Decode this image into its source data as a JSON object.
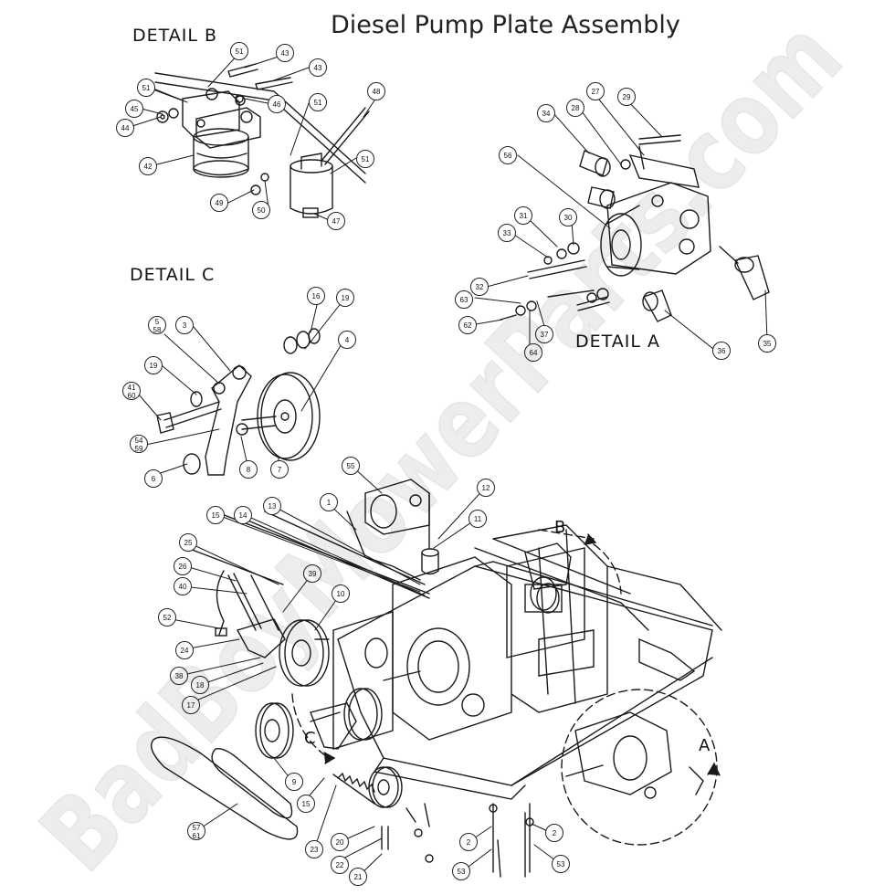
{
  "title": "Diesel Pump Plate Assembly",
  "details": {
    "b": "DETAIL  B",
    "c": "DETAIL  C",
    "a": "DETAIL  A"
  },
  "view_letters": {
    "a": "A",
    "b": "B",
    "c": "C"
  },
  "watermark": "BadBoyMowerParts.com",
  "callouts": [
    {
      "id": "c51a",
      "t": "51"
    },
    {
      "id": "c43a",
      "t": "43"
    },
    {
      "id": "c43b",
      "t": "43"
    },
    {
      "id": "c51b",
      "t": "51"
    },
    {
      "id": "c46",
      "t": "46"
    },
    {
      "id": "c51c",
      "t": "51"
    },
    {
      "id": "c48",
      "t": "48"
    },
    {
      "id": "c45",
      "t": "45"
    },
    {
      "id": "c44",
      "t": "44"
    },
    {
      "id": "c42",
      "t": "42"
    },
    {
      "id": "c51d",
      "t": "51"
    },
    {
      "id": "c49",
      "t": "49"
    },
    {
      "id": "c50",
      "t": "50"
    },
    {
      "id": "c47",
      "t": "47"
    },
    {
      "id": "c27",
      "t": "27"
    },
    {
      "id": "c29",
      "t": "29"
    },
    {
      "id": "c34",
      "t": "34"
    },
    {
      "id": "c28",
      "t": "28"
    },
    {
      "id": "c56a",
      "t": "56"
    },
    {
      "id": "c31",
      "t": "31"
    },
    {
      "id": "c30",
      "t": "30"
    },
    {
      "id": "c33",
      "t": "33"
    },
    {
      "id": "c32",
      "t": "32"
    },
    {
      "id": "c63",
      "t": "63"
    },
    {
      "id": "c62",
      "t": "62"
    },
    {
      "id": "c37",
      "t": "37"
    },
    {
      "id": "c64",
      "t": "64"
    },
    {
      "id": "c36",
      "t": "36"
    },
    {
      "id": "c35",
      "t": "35"
    },
    {
      "id": "c16",
      "t": "16"
    },
    {
      "id": "c19a",
      "t": "19"
    },
    {
      "id": "c3",
      "t": "3"
    },
    {
      "id": "c5",
      "t": "5",
      "t2": "58"
    },
    {
      "id": "c4",
      "t": "4"
    },
    {
      "id": "c19b",
      "t": "19"
    },
    {
      "id": "c41",
      "t": "41",
      "t2": "60"
    },
    {
      "id": "c54",
      "t": "54",
      "t2": "59"
    },
    {
      "id": "c6",
      "t": "6"
    },
    {
      "id": "c8",
      "t": "8"
    },
    {
      "id": "c7",
      "t": "7"
    },
    {
      "id": "c55",
      "t": "55"
    },
    {
      "id": "c12",
      "t": "12"
    },
    {
      "id": "c1",
      "t": "1"
    },
    {
      "id": "c11",
      "t": "11"
    },
    {
      "id": "c15a",
      "t": "15"
    },
    {
      "id": "c14",
      "t": "14"
    },
    {
      "id": "c13",
      "t": "13"
    },
    {
      "id": "c25",
      "t": "25"
    },
    {
      "id": "c26",
      "t": "26"
    },
    {
      "id": "c40",
      "t": "40"
    },
    {
      "id": "c39",
      "t": "39"
    },
    {
      "id": "c10",
      "t": "10"
    },
    {
      "id": "c52",
      "t": "52"
    },
    {
      "id": "c24",
      "t": "24"
    },
    {
      "id": "c38",
      "t": "38"
    },
    {
      "id": "c18",
      "t": "18"
    },
    {
      "id": "c17",
      "t": "17"
    },
    {
      "id": "c9",
      "t": "9"
    },
    {
      "id": "c15b",
      "t": "15"
    },
    {
      "id": "c57",
      "t": "57",
      "t2": "61"
    },
    {
      "id": "c23",
      "t": "23"
    },
    {
      "id": "c20",
      "t": "20"
    },
    {
      "id": "c22",
      "t": "22"
    },
    {
      "id": "c21",
      "t": "21"
    },
    {
      "id": "c2a",
      "t": "2"
    },
    {
      "id": "c53a",
      "t": "53"
    },
    {
      "id": "c2b",
      "t": "2"
    },
    {
      "id": "c53b",
      "t": "53"
    }
  ]
}
